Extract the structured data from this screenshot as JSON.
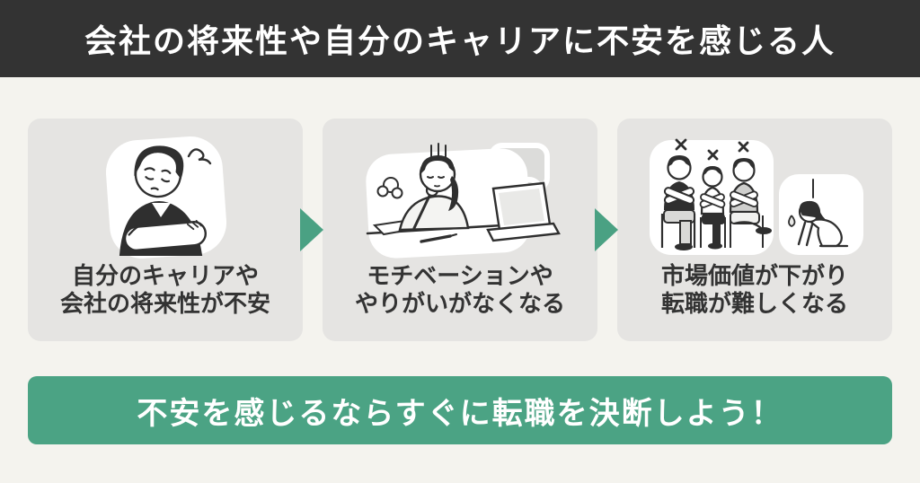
{
  "header": {
    "title": "会社の将来性や自分のキャリアに不安を感じる人"
  },
  "flow": {
    "cards": [
      {
        "line1": "自分のキャリアや",
        "line2": "会社の将来性が不安",
        "illustration": "worried-person-arms-crossed"
      },
      {
        "line1": "モチベーションや",
        "line2": "やりがいがなくなる",
        "illustration": "demotivated-person-at-desk-with-laptop"
      },
      {
        "line1": "市場価値が下がり",
        "line2": "転職が難しくなる",
        "illustration": "rejected-candidates-and-dejected-person"
      }
    ]
  },
  "banner": {
    "text": "不安を感じるならすぐに転職を決断しよう！"
  },
  "colors": {
    "header_bg": "#333333",
    "background": "#f4f3ee",
    "card_bg": "#e5e4e2",
    "accent_green": "#4aa183",
    "banner_green": "#4ba384",
    "text_dark": "#333333",
    "text_light": "#ffffff"
  },
  "icons": {
    "flow_arrow": "right-pointing-triangle"
  }
}
